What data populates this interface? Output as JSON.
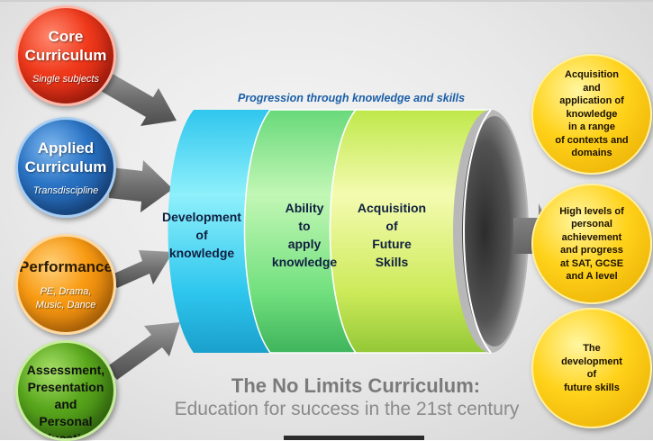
{
  "inputs": [
    {
      "title": "Core\nCurriculum",
      "subtitle": "Single subjects",
      "color": "#e8391c"
    },
    {
      "title": "Applied\nCurriculum",
      "subtitle": "Transdiscipline",
      "color": "#2a6fc0"
    },
    {
      "title": "Performance",
      "subtitle": "PE, Drama,\nMusic, Dance",
      "color": "#f5961a"
    },
    {
      "title": "Assessment,\nPresentation\nand\nPersonal\nEducation",
      "subtitle": "",
      "color": "#5aa81d"
    }
  ],
  "progression_label": "Progression through knowledge and skills",
  "stages": [
    {
      "label": "Development\nof\nknowledge",
      "color": "#3fd0f0"
    },
    {
      "label": "Ability\nto\napply\nknowledge",
      "color": "#7fe07a"
    },
    {
      "label": "Acquisition\nof\nFuture\nSkills",
      "color": "#d8ef5a"
    }
  ],
  "outcomes": [
    {
      "text": "Acquisition\nand\napplication of\nknowledge\nin a range\nof contexts and\ndomains"
    },
    {
      "text": "High levels of\npersonal\nachievement\nand progress\nat SAT, GCSE\nand A level"
    },
    {
      "text": "The\ndevelopment\nof\nfuture skills"
    }
  ],
  "title": "The No Limits Curriculum:",
  "subtitle": "Education for success in the 21st century"
}
